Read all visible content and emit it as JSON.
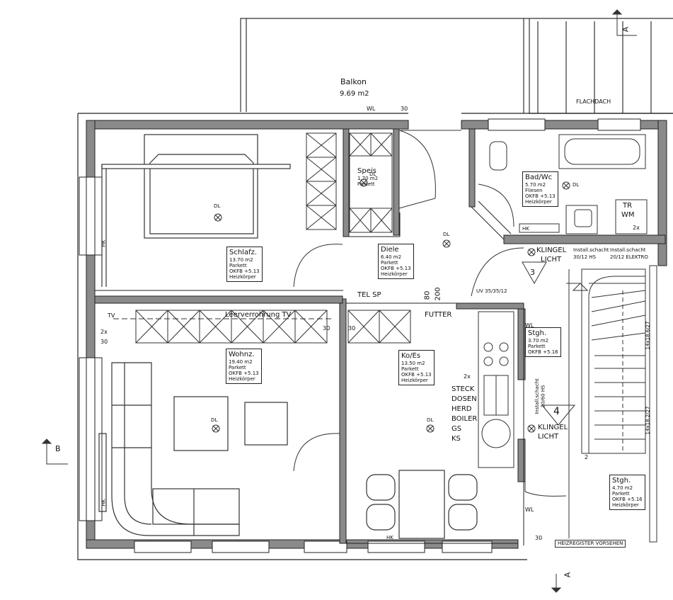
{
  "balcony": {
    "name": "Balkon",
    "area": "9.69 m2"
  },
  "roof_label": "FLACHDACH",
  "section_marks": {
    "a_top": "A",
    "a_bottom": "A",
    "b_left": "B"
  },
  "rooms": [
    {
      "id": "schlafzimmer",
      "name": "Schlafz.",
      "lines": [
        "13.70 m2",
        "Parkett",
        "OKFB +5.13",
        "Heizkörper"
      ]
    },
    {
      "id": "speis",
      "name": "Speis",
      "lines": [
        "1.70 m2",
        "Parkett"
      ]
    },
    {
      "id": "diele",
      "name": "Diele",
      "lines": [
        "6.40 m2",
        "Parkett",
        "OKFB +5.13",
        "Heizkörper"
      ]
    },
    {
      "id": "bad",
      "name": "Bad/Wc",
      "lines": [
        "5.70 m2",
        "Fliesen",
        "OKFB +5.13",
        "Heizkörper"
      ]
    },
    {
      "id": "wohnzimmer",
      "name": "Wohnz.",
      "lines": [
        "19.40 m2",
        "Parkett",
        "OKFB +5.13",
        "Heizkörper"
      ]
    },
    {
      "id": "kochen-essen",
      "name": "Ko/Es",
      "lines": [
        "13.50 m2",
        "Parkett",
        "OKFB +5.13",
        "Heizkörper"
      ]
    },
    {
      "id": "stiege-1",
      "name": "Stgh.",
      "lines": [
        "3.70 m2",
        "Parkett",
        "OKFB +5.16"
      ]
    },
    {
      "id": "stiege-2",
      "name": "Stgh.",
      "lines": [
        "4.70 m2",
        "Parkett",
        "OKFB +5.16",
        "Heizkörper"
      ]
    }
  ],
  "annotations": {
    "dl": "DL",
    "wl30": "WL",
    "n30": "30",
    "tel_sp": "TEL  SP",
    "dim80": "80",
    "dim200": "200",
    "futter": "FUTTER",
    "uv": "UV 35/35/12",
    "klingel_licht_1": [
      "KLINGEL",
      "LICHT"
    ],
    "klingel_licht_2": [
      "KLINGEL",
      "LICHT"
    ],
    "circled_3": "3",
    "circled_4": "4",
    "install_1": [
      "Install.schacht",
      "30/12 HS"
    ],
    "install_2": [
      "Install.schacht",
      "20/12 ELEKTRO"
    ],
    "install_3": [
      "Install.schacht",
      "20/60 HS"
    ],
    "tr_wm": [
      "TR",
      "WM"
    ],
    "x2": "2x",
    "tv": "TV",
    "leerverrohrung": "Leerverrohrung TV",
    "k_steck": [
      "STECK",
      "DOSEN",
      "HERD",
      "BOILER",
      "GS",
      "KS"
    ],
    "stair_1": "14x18.6/27",
    "stair_2": "14x18.2/27",
    "stair_num": "2",
    "hk": "HK",
    "wl": "WL",
    "heizregister": "HEIZREGISTER VORSEHEN"
  }
}
